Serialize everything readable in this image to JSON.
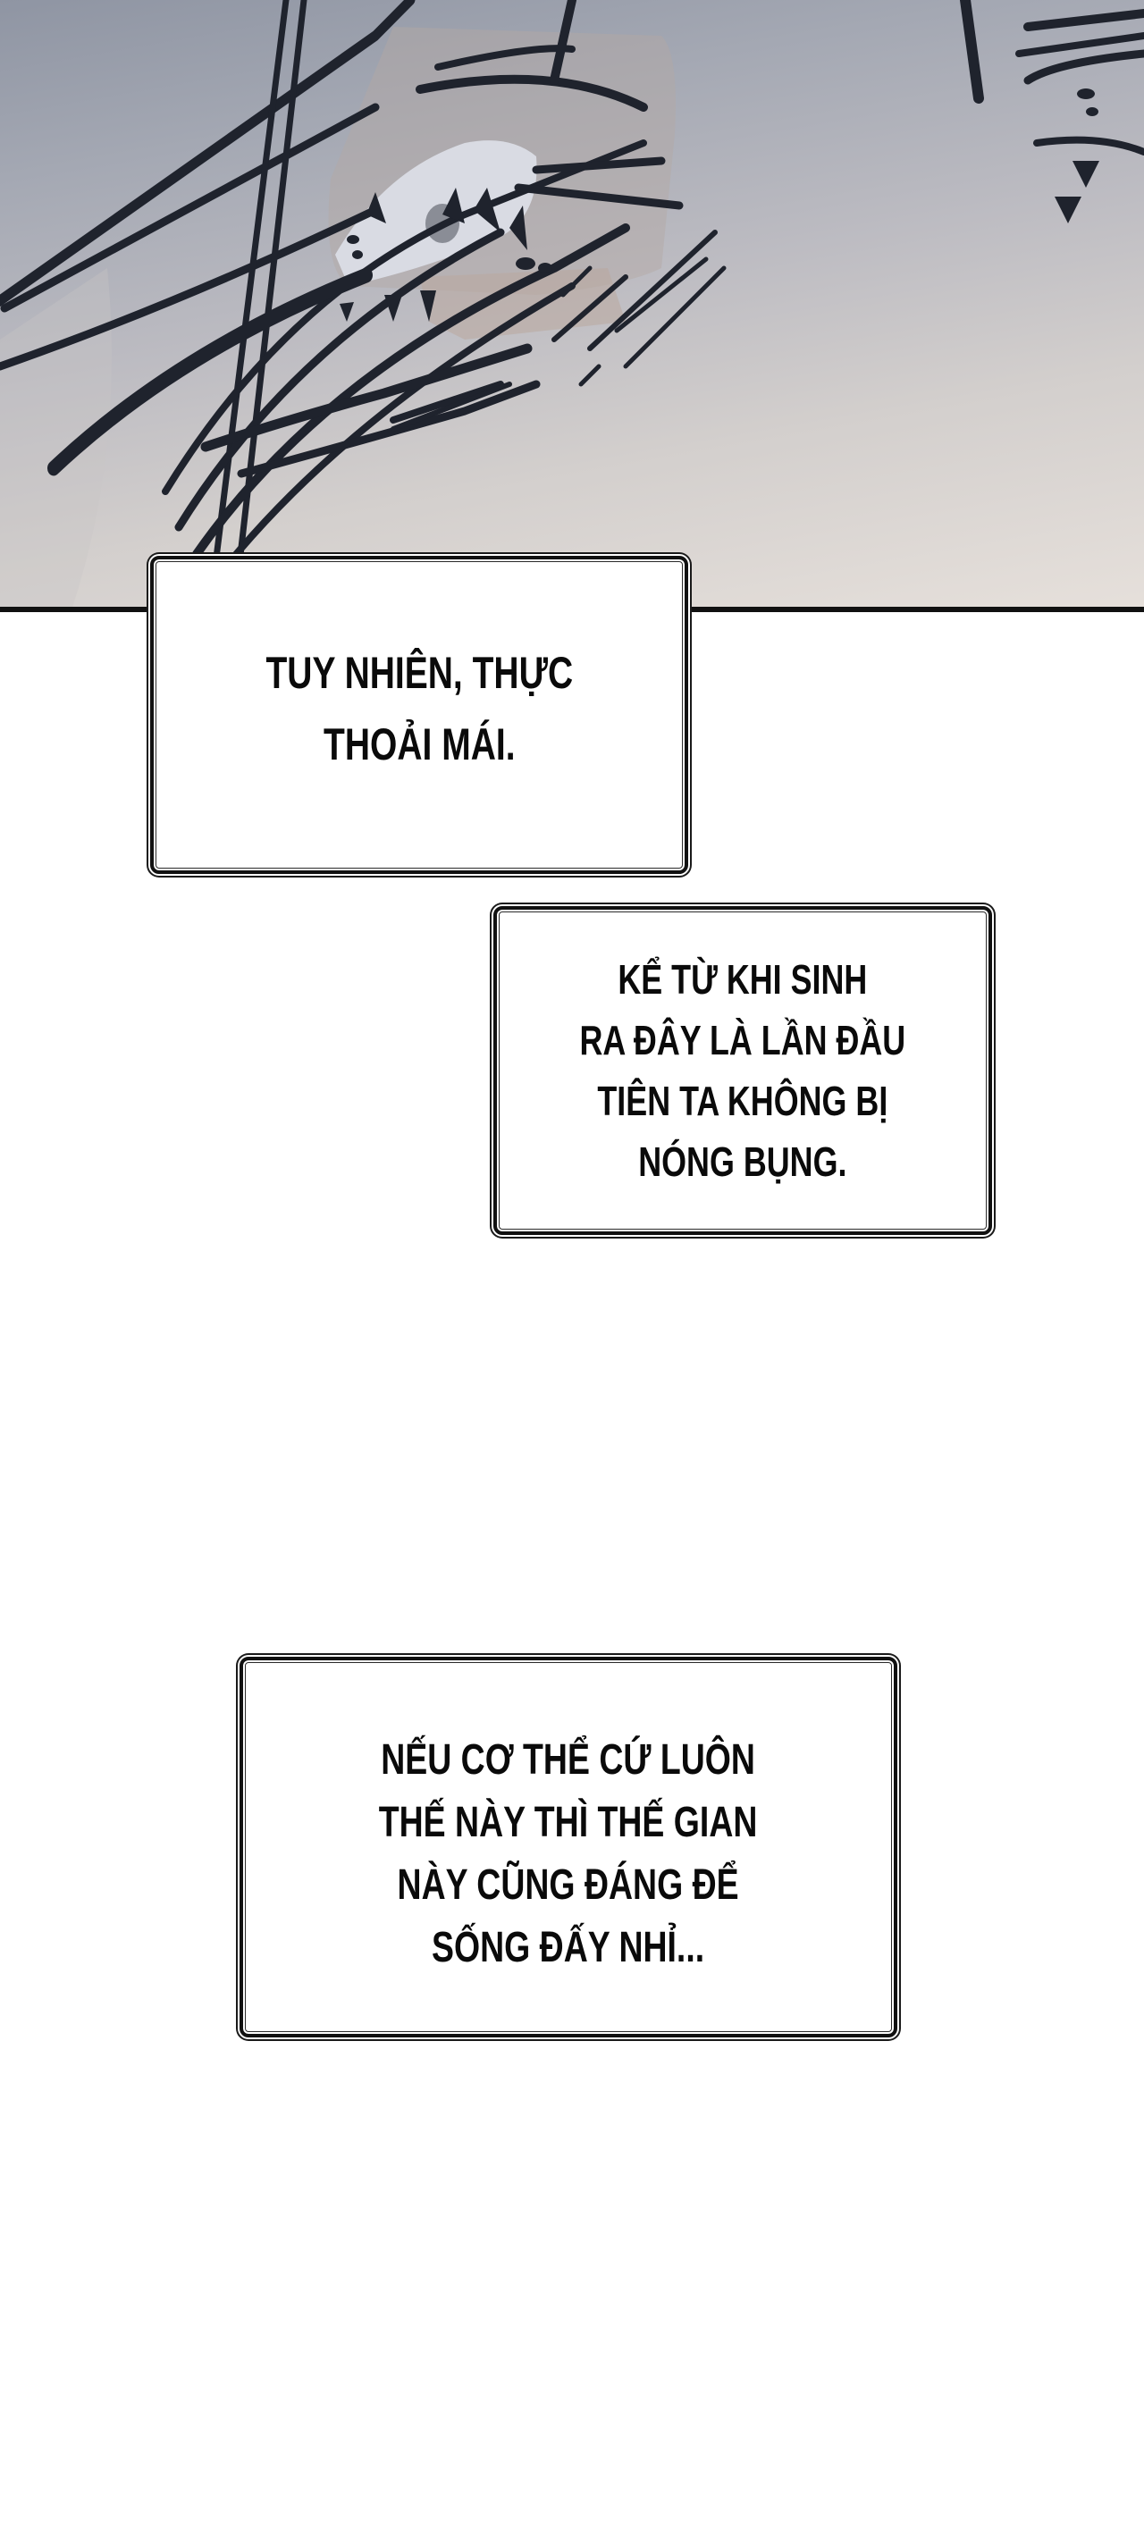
{
  "panel": {
    "description": "close-up sketch of an eye",
    "colors": {
      "background_top": "#8f95a3",
      "background_bottom": "#e6e0db",
      "ink": "#1f232d",
      "iris": "#8a8d96",
      "eye_white": "#d9dbe3",
      "skin_shadow": "#b4a8a4"
    }
  },
  "captions": [
    {
      "text": "TUY NHIÊN, THỰC\nTHOẢI MÁI."
    },
    {
      "text": "KỂ TỪ KHI SINH\nRA ĐÂY LÀ LẦN ĐẦU\nTIÊN TA KHÔNG BỊ\nNÓNG BỤNG."
    },
    {
      "text": "NẾU CƠ THỂ CỨ LUÔN\nTHẾ NÀY THÌ THẾ GIAN\nNÀY CŨNG ĐÁNG ĐỂ\nSỐNG ĐẤY NHỈ..."
    }
  ]
}
